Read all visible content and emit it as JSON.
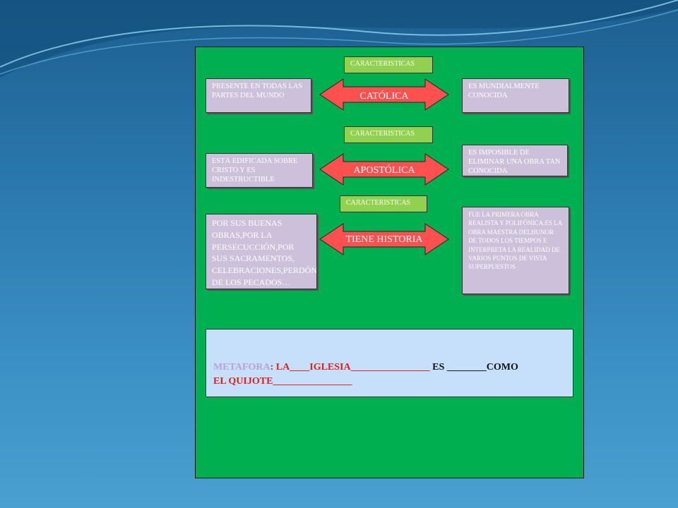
{
  "labels": [
    "CARACTERISTICAS",
    "CARACTERISTICAS",
    "CARACTERISTICAS"
  ],
  "arrows": [
    "CATÓLICA",
    "APOSTÓLICA",
    "TIENE HISTORIA"
  ],
  "left_boxes": [
    "PRESENTE EN TODAS LAS PARTES DEL MUNDO",
    "ESTÁ EDIFICADA SOBRE CRISTO Y ES INDESTRUCTIBLE",
    "POR SUS BUENAS OBRAS,POR LA PERSECUCCIÓN,POR SUS SACRAMENTOS, CELEBRACIONES,PERDÓN DE LOS PECADOS…"
  ],
  "right_boxes": [
    "ES MUNDIALMENTE CONOCIDA",
    "ES IMPOSIBLE DE ELIMINAR UNA OBRA TAN CONOCIDA",
    "FUE LA PRIMERA OBRA REALISTA Y POLIFÓNICA.ES LA OBRA MAESTRA DELHUNOR DE TODOS LOS TIEMPOS E INTERPRETA LA REALIDAD DE VARIOS PUNTOS DE VISTA SUPERPUESTOS"
  ],
  "metaphor": {
    "prefix": "METAFORA",
    "colon": ": ",
    "part1": "LA____IGLESIA________________",
    "part2": " ES ________COMO",
    "part3": "EL QUIJOTE________________"
  },
  "colors": {
    "panel": "#00b050",
    "label": "#92d050",
    "box": "#ccc0da",
    "arrow": "#ff5050",
    "metaphor_box": "#c6e0fb",
    "metaphor_red": "#e0201a"
  }
}
